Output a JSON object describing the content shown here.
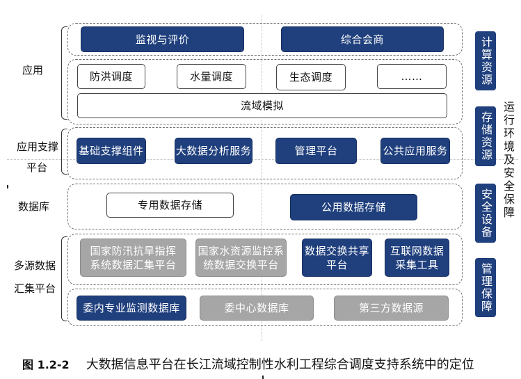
{
  "left_labels": {
    "app": "应用",
    "support_line1": "应用支撑",
    "support_line2": "平台",
    "database": "数据库",
    "collect_line1": "多源数据",
    "collect_line2": "汇集平台"
  },
  "application": {
    "top": [
      "监视与评价",
      "综合会商"
    ],
    "mid": [
      "防洪调度",
      "水量调度",
      "生态调度",
      "……"
    ],
    "bottom": "流域模拟"
  },
  "support": [
    "基础支撑组件",
    "大数据分析服务",
    "管理平台",
    "公共应用服务"
  ],
  "database": [
    "专用数据存储",
    "公用数据存储"
  ],
  "collect": {
    "top": [
      {
        "line1": "国家防汛抗旱指挥",
        "line2": "系统数据汇集平台"
      },
      {
        "line1": "国家水资源监控系",
        "line2": "统数据交换平台"
      },
      {
        "line1": "数据交换共享",
        "line2": "平台"
      },
      {
        "line1": "互联网数据",
        "line2": "采集工具"
      }
    ],
    "bottom": [
      "委内专业监测数据库",
      "委中心数据库",
      "第三方数据源"
    ]
  },
  "side_boxes": [
    "计算资源",
    "存储资源",
    "安全设备",
    "管理保障"
  ],
  "side_text": "运行环境及安全保障",
  "caption": {
    "number": "图 1.2-2",
    "text": "大数据信息平台在长江流域控制性水利工程综合调度支持系统中的定位"
  },
  "colors": {
    "blue": "#1f3f7d",
    "gray": "#a6a6a6",
    "border": "#6d6d6d"
  }
}
